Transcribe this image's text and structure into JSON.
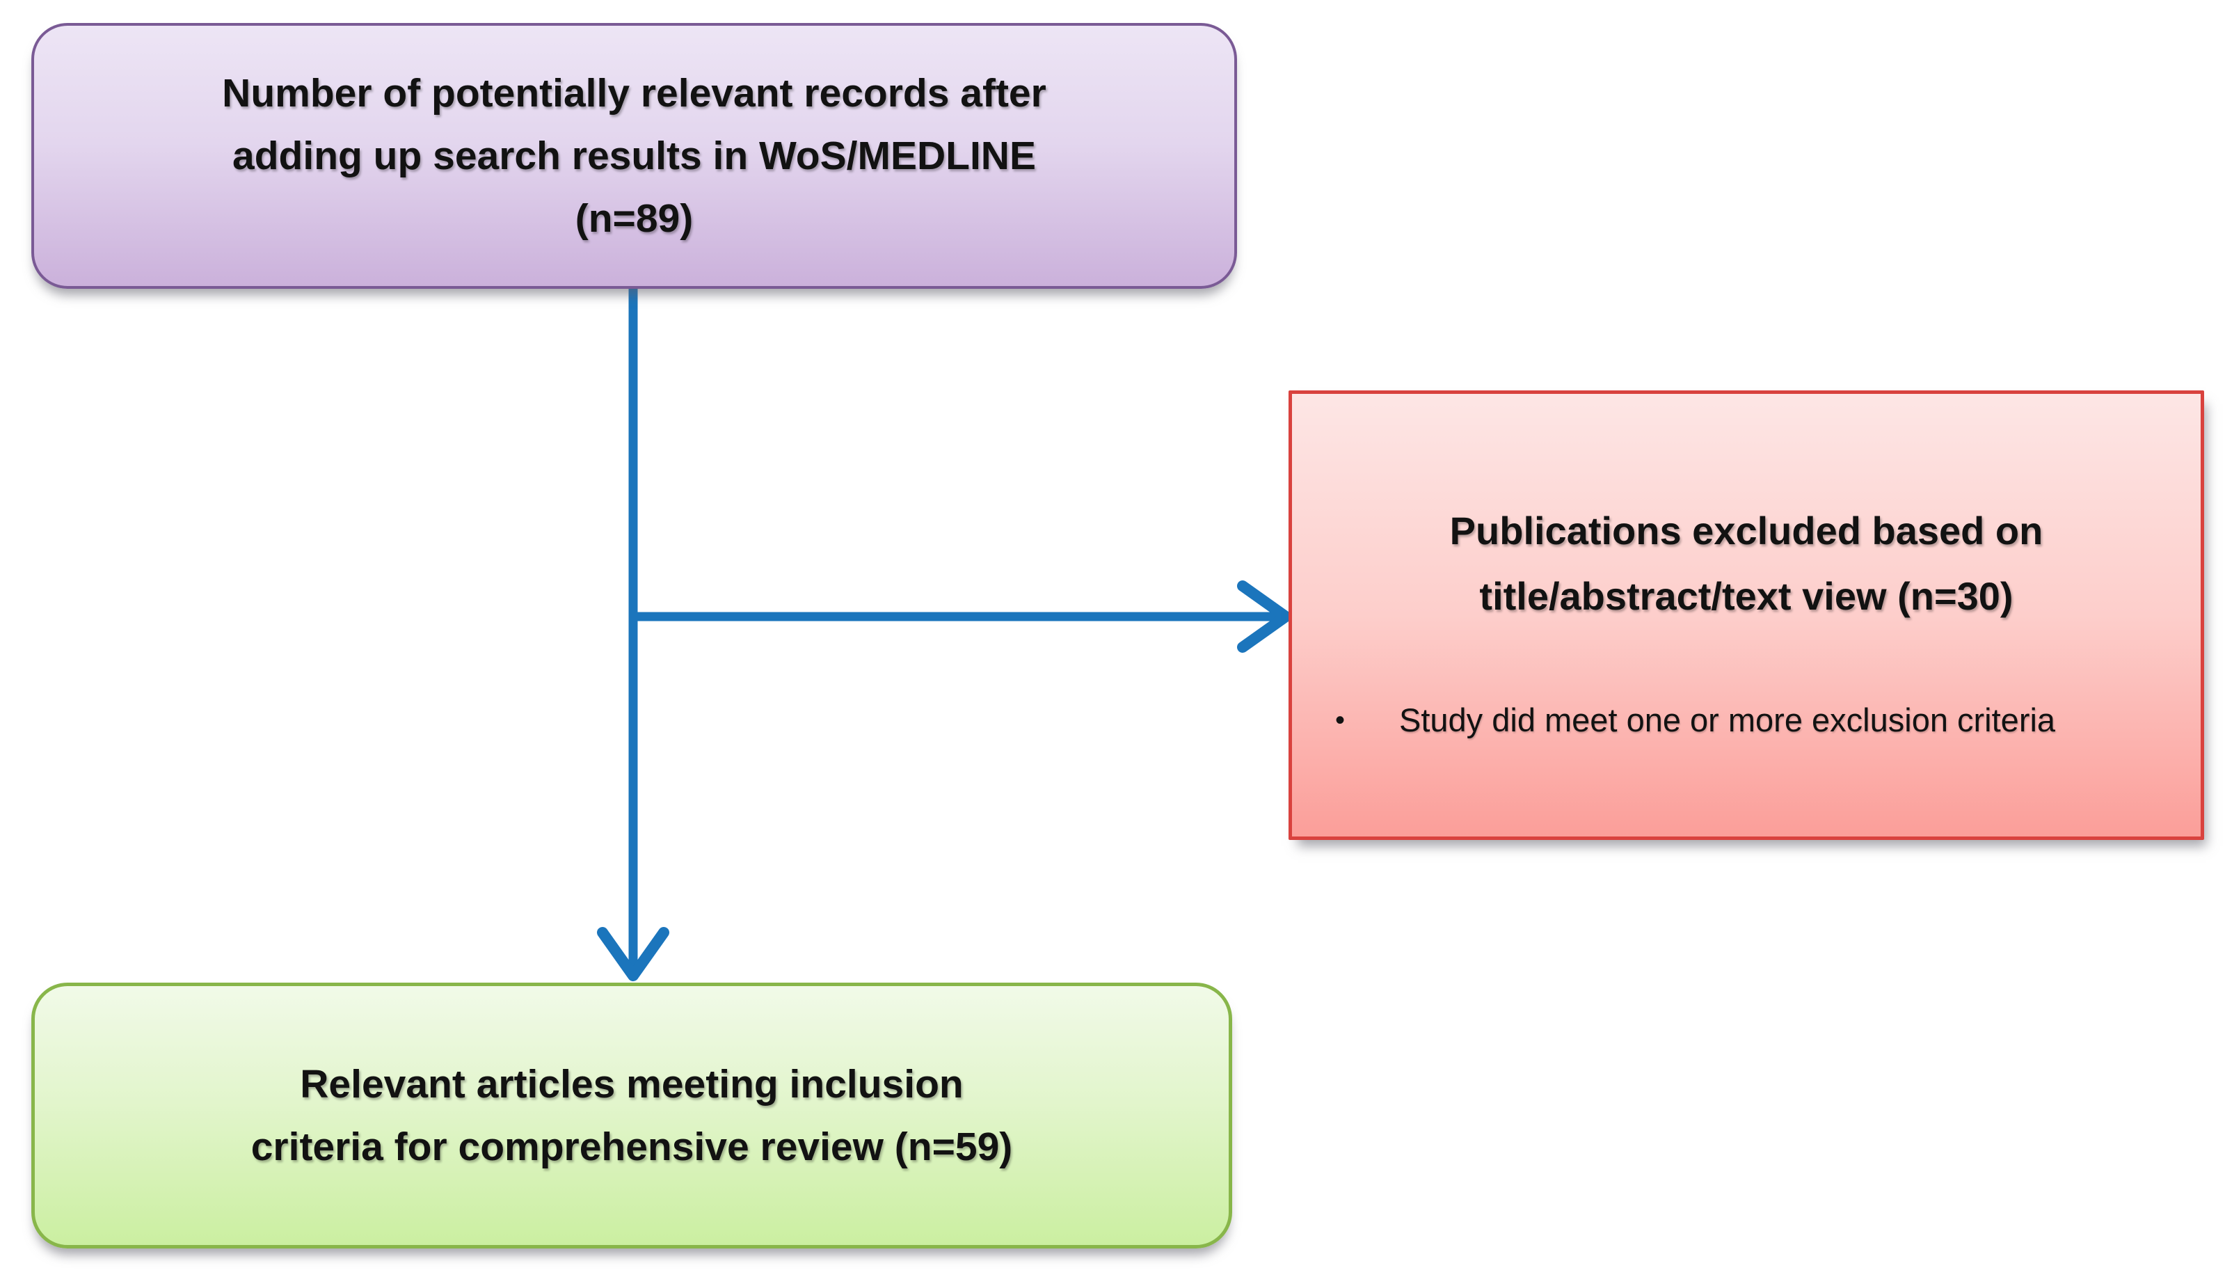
{
  "diagram": {
    "kind": "literature-screening-flowchart",
    "counts": {
      "records_identified": 89,
      "excluded": 30,
      "included": 59
    }
  },
  "boxes": {
    "records": {
      "lines": [
        "Number of potentially relevant records after",
        "adding up search results in WoS/MEDLINE",
        "(n=89)"
      ]
    },
    "excluded": {
      "heading_lines": [
        "Publications excluded based on",
        "title/abstract/text view (n=30)"
      ],
      "bullet_glyph": "•",
      "bullet_text": "Study did meet one or more exclusion criteria"
    },
    "included": {
      "lines": [
        "Relevant articles meeting inclusion",
        "criteria for comprehensive review (n=59)"
      ]
    }
  },
  "colors": {
    "arrow_blue": "#1B75BC",
    "purple_border": "#7A5A95",
    "purple_fill_top": "#EDE5F5",
    "purple_fill_bottom": "#CBB1DB",
    "red_border": "#D9423E",
    "red_fill_top": "#FDE6E5",
    "red_fill_bottom": "#FB9E99",
    "green_border": "#88B64A",
    "green_fill_top": "#F1FAE8",
    "green_fill_bottom": "#CBEFA1",
    "text": "#121212"
  }
}
